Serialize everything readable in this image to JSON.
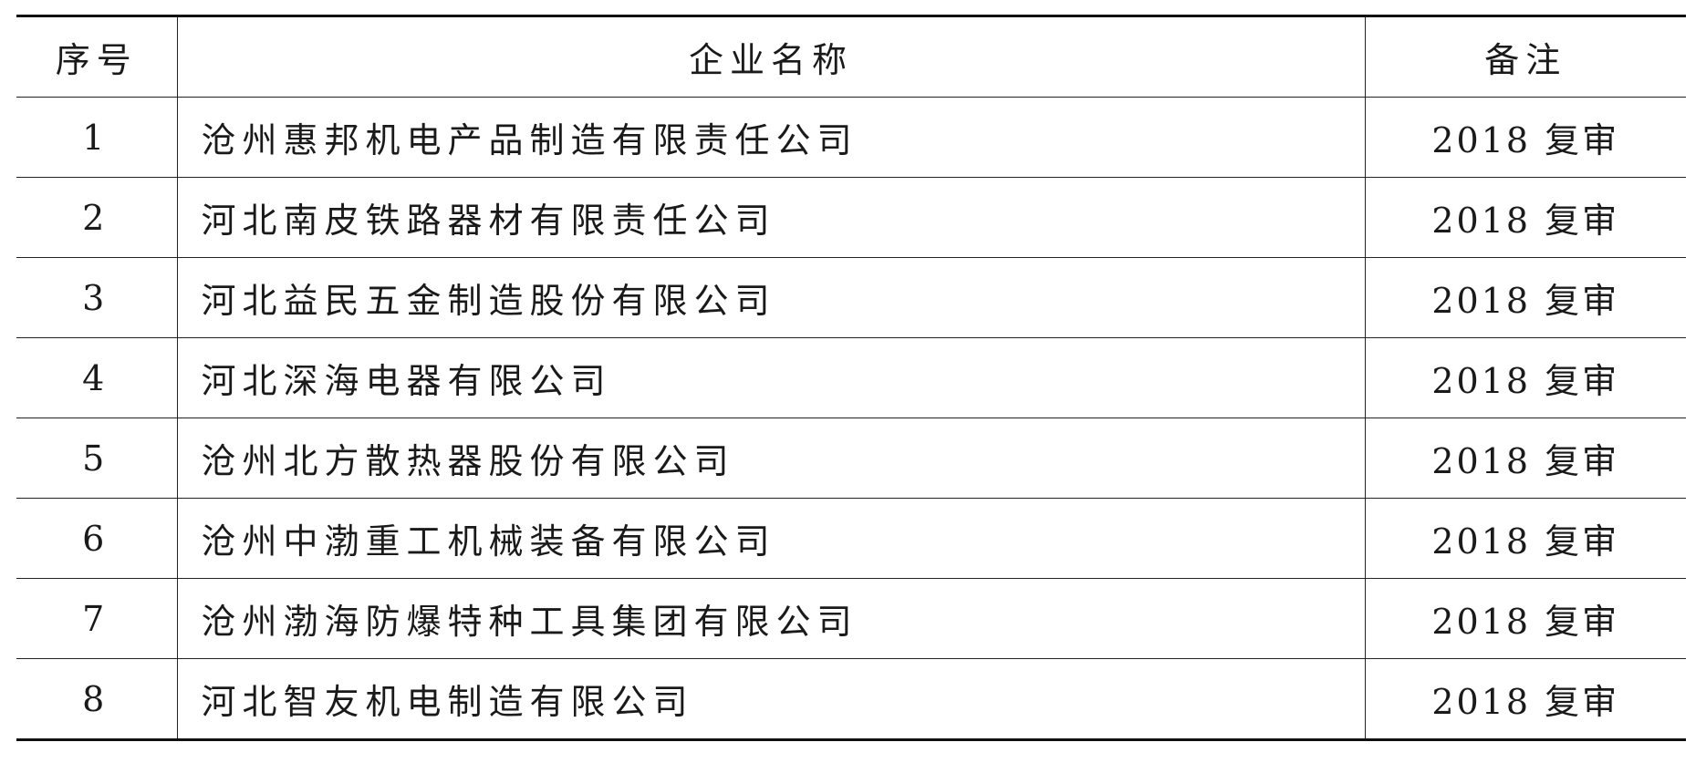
{
  "table": {
    "headers": {
      "index": "序号",
      "name": "企业名称",
      "note": "备注"
    },
    "rows": [
      {
        "index": "1",
        "name": "沧州惠邦机电产品制造有限责任公司",
        "note": "2018 复审"
      },
      {
        "index": "2",
        "name": "河北南皮铁路器材有限责任公司",
        "note": "2018 复审"
      },
      {
        "index": "3",
        "name": "河北益民五金制造股份有限公司",
        "note": "2018 复审"
      },
      {
        "index": "4",
        "name": "河北深海电器有限公司",
        "note": "2018 复审"
      },
      {
        "index": "5",
        "name": "沧州北方散热器股份有限公司",
        "note": "2018 复审"
      },
      {
        "index": "6",
        "name": "沧州中渤重工机械装备有限公司",
        "note": "2018 复审"
      },
      {
        "index": "7",
        "name": "沧州渤海防爆特种工具集团有限公司",
        "note": "2018 复审"
      },
      {
        "index": "8",
        "name": "河北智友机电制造有限公司",
        "note": "2018 复审"
      }
    ]
  }
}
